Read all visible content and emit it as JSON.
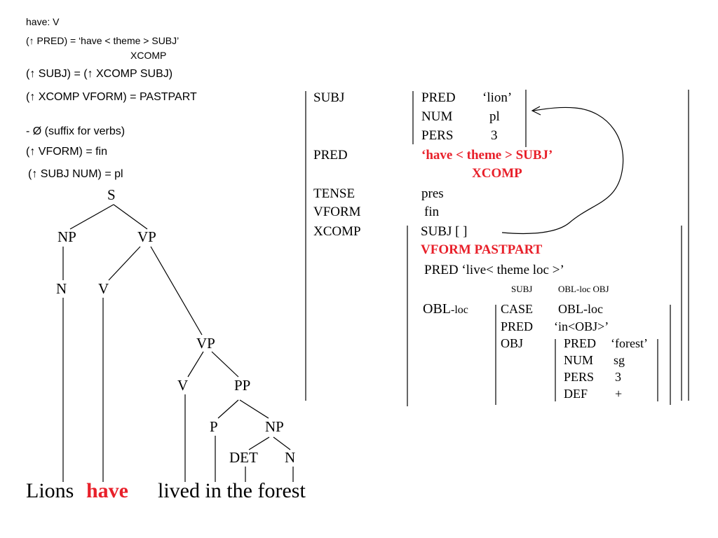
{
  "lexicon": {
    "have_entry": "have:   V",
    "have_pred_line1": "(↑ PRED) = ‘have < theme > SUBJ’",
    "have_pred_line2": "XCOMP",
    "have_subj": "(↑ SUBJ) =   (↑ XCOMP SUBJ)",
    "have_vform": "(↑ XCOMP VFORM) = PASTPART",
    "suffix_entry": "- Ø (suffix for verbs)",
    "suffix_vform": "(↑ VFORM) = fin",
    "suffix_num": "(↑ SUBJ NUM) = pl"
  },
  "tree": {
    "S": "S",
    "NP1": "NP",
    "VP1": "VP",
    "N1": "N",
    "V1": "V",
    "VP2": "VP",
    "V2": "V",
    "PP": "PP",
    "P": "P",
    "NP2": "NP",
    "DET": "DET",
    "N2": "N"
  },
  "sentence": {
    "w1": "Lions",
    "w2": "have",
    "w3": "lived in the forest"
  },
  "fstructure": {
    "subj_attr": "SUBJ",
    "subj_pred_attr": "PRED",
    "subj_pred_val": "‘lion’",
    "subj_num_attr": "NUM",
    "subj_num_val": "pl",
    "subj_pers_attr": "PERS",
    "subj_pers_val": "3",
    "pred_attr": "PRED",
    "pred_val_line1": "‘have < theme > SUBJ’",
    "pred_val_line2": "XCOMP",
    "tense_attr": "TENSE",
    "tense_val": "pres",
    "vform_attr": "VFORM",
    "vform_val": "fin",
    "xcomp_attr": "XCOMP",
    "xcomp_subj": "SUBJ    [  ]",
    "xcomp_vform": "VFORM  PASTPART",
    "xcomp_pred": "PRED ‘live< theme   loc >’",
    "xcomp_pred_sub1": "SUBJ",
    "xcomp_pred_sub2": "OBL-loc OBJ",
    "obl_attr_big": "OBL",
    "obl_attr_small": "-loc",
    "case_attr": "CASE",
    "case_val": "OBL-loc",
    "obl_pred_attr": "PRED",
    "obl_pred_val": "‘in<OBJ>’",
    "obj_attr": "OBJ",
    "obj_pred_attr": "PRED",
    "obj_pred_val": "‘forest’",
    "obj_num_attr": "NUM",
    "obj_num_val": "sg",
    "obj_pers_attr": "PERS",
    "obj_pers_val": "3",
    "obj_def_attr": "DEF",
    "obj_def_val": "+"
  },
  "colors": {
    "highlight": "#e8202a",
    "ink": "#000000"
  }
}
